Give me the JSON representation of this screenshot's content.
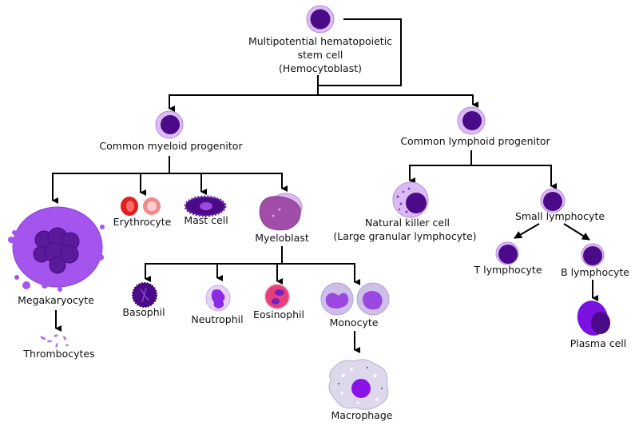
{
  "diagram": {
    "stem_cell": {
      "lines": [
        "Multipotential hematopoietic",
        "stem cell",
        "(Hemocytoblast)"
      ]
    },
    "myeloid": {
      "label": "Common myeloid progenitor"
    },
    "lymphoid": {
      "label": "Common lymphoid progenitor"
    },
    "megakaryocyte": {
      "label": "Megakaryocyte"
    },
    "thrombocytes": {
      "label": "Thrombocytes"
    },
    "erythrocyte": {
      "label": "Erythrocyte"
    },
    "mast_cell": {
      "label": "Mast cell"
    },
    "myeloblast": {
      "label": "Myeloblast"
    },
    "basophil": {
      "label": "Basophil"
    },
    "neutrophil": {
      "label": "Neutrophil"
    },
    "eosinophil": {
      "label": "Eosinophil"
    },
    "monocyte": {
      "label": "Monocyte"
    },
    "macrophage": {
      "label": "Macrophage"
    },
    "nk_cell": {
      "lines": [
        "Natural killer cell",
        "(Large granular lymphocyte)"
      ]
    },
    "small_lymphocyte": {
      "label": "Small lymphocyte"
    },
    "t_lymphocyte": {
      "label": "T lymphocyte"
    },
    "b_lymphocyte": {
      "label": "B lymphocyte"
    },
    "plasma_cell": {
      "label": "Plasma cell"
    }
  },
  "colors": {
    "nucleus": "#4b0a88",
    "cytoplasm": "#dcbaf3",
    "megakaryocyte": "#a455ee",
    "erythrocyte": "#e0201f",
    "connector": "#000000"
  }
}
